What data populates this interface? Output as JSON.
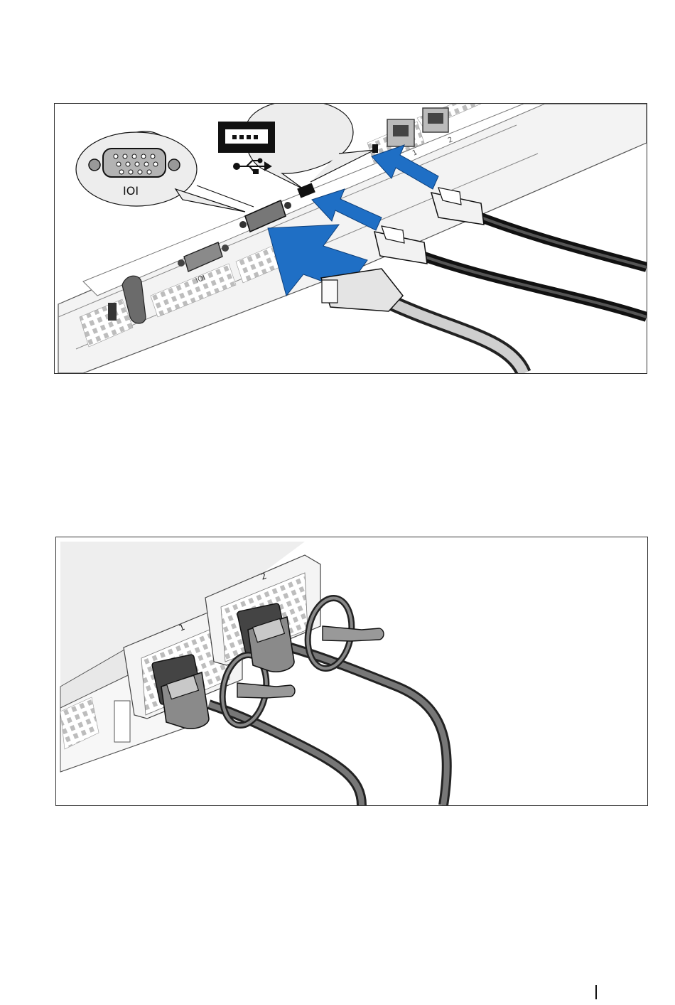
{
  "figures": [
    {
      "id": "figure-connect-keyboard-mouse-monitor",
      "callout_vga_symbol": "IOI",
      "callout_usb_symbol": "usb-icon",
      "port_label_vga": "IOI",
      "nic_labels": [
        "1",
        "2"
      ],
      "accent_color": "#1f6fc5"
    },
    {
      "id": "figure-connect-power-cables",
      "psu_labels": [
        "1",
        "2"
      ]
    }
  ]
}
